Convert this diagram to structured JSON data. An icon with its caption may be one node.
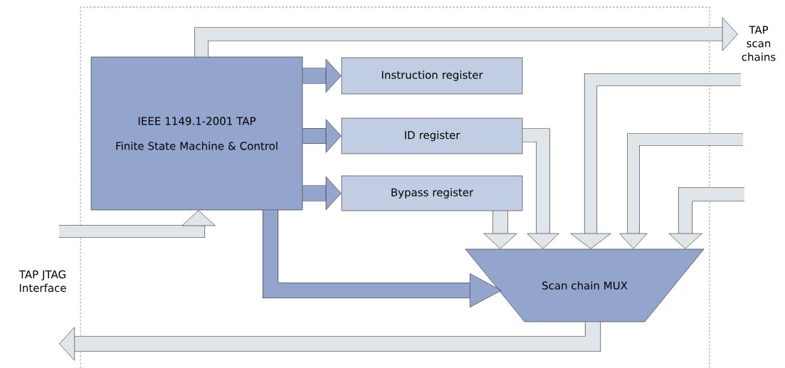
{
  "diagram": {
    "nodes": [
      {
        "text": [
          "IEEE 1149.1-2001 TAP",
          "Finite State Machine & Control"
        ]
      },
      {
        "text": [
          "Instruction register"
        ]
      },
      {
        "text": [
          "ID register"
        ]
      },
      {
        "text": [
          "Bypass register"
        ]
      },
      {
        "text": [
          "Scan chain MUX"
        ]
      },
      {
        "text": [
          "TAP scan chains"
        ]
      }
    ],
    "edges": [
      {
        "from": 0,
        "to": 1,
        "arrow": "to",
        "color": "#93a5cc"
      },
      {
        "from": 0,
        "to": 2,
        "arrow": "to",
        "color": "#93a5cc"
      },
      {
        "from": 0,
        "to": 3,
        "arrow": "to",
        "color": "#93a5cc"
      },
      {
        "from": 0,
        "to": 5,
        "arrow": "to"
      },
      {
        "from": 2,
        "to": 4,
        "arrow": "to"
      },
      {
        "from": 3,
        "to": 4,
        "arrow": "to"
      },
      {
        "from": null,
        "to": 4,
        "arrow": "to"
      },
      {
        "from": null,
        "to": 4,
        "arrow": "to"
      },
      {
        "from": null,
        "to": 4,
        "arrow": "to"
      },
      {
        "from": 0,
        "to": 4,
        "arrow": "to",
        "color": "#93a5cc"
      },
      {
        "from": null,
        "to": 0,
        "arrow": "to"
      },
      {
        "from": 4,
        "to": null,
        "arrow": "to"
      }
    ],
    "labels": [
      "TAP JTAG Interface"
    ]
  }
}
